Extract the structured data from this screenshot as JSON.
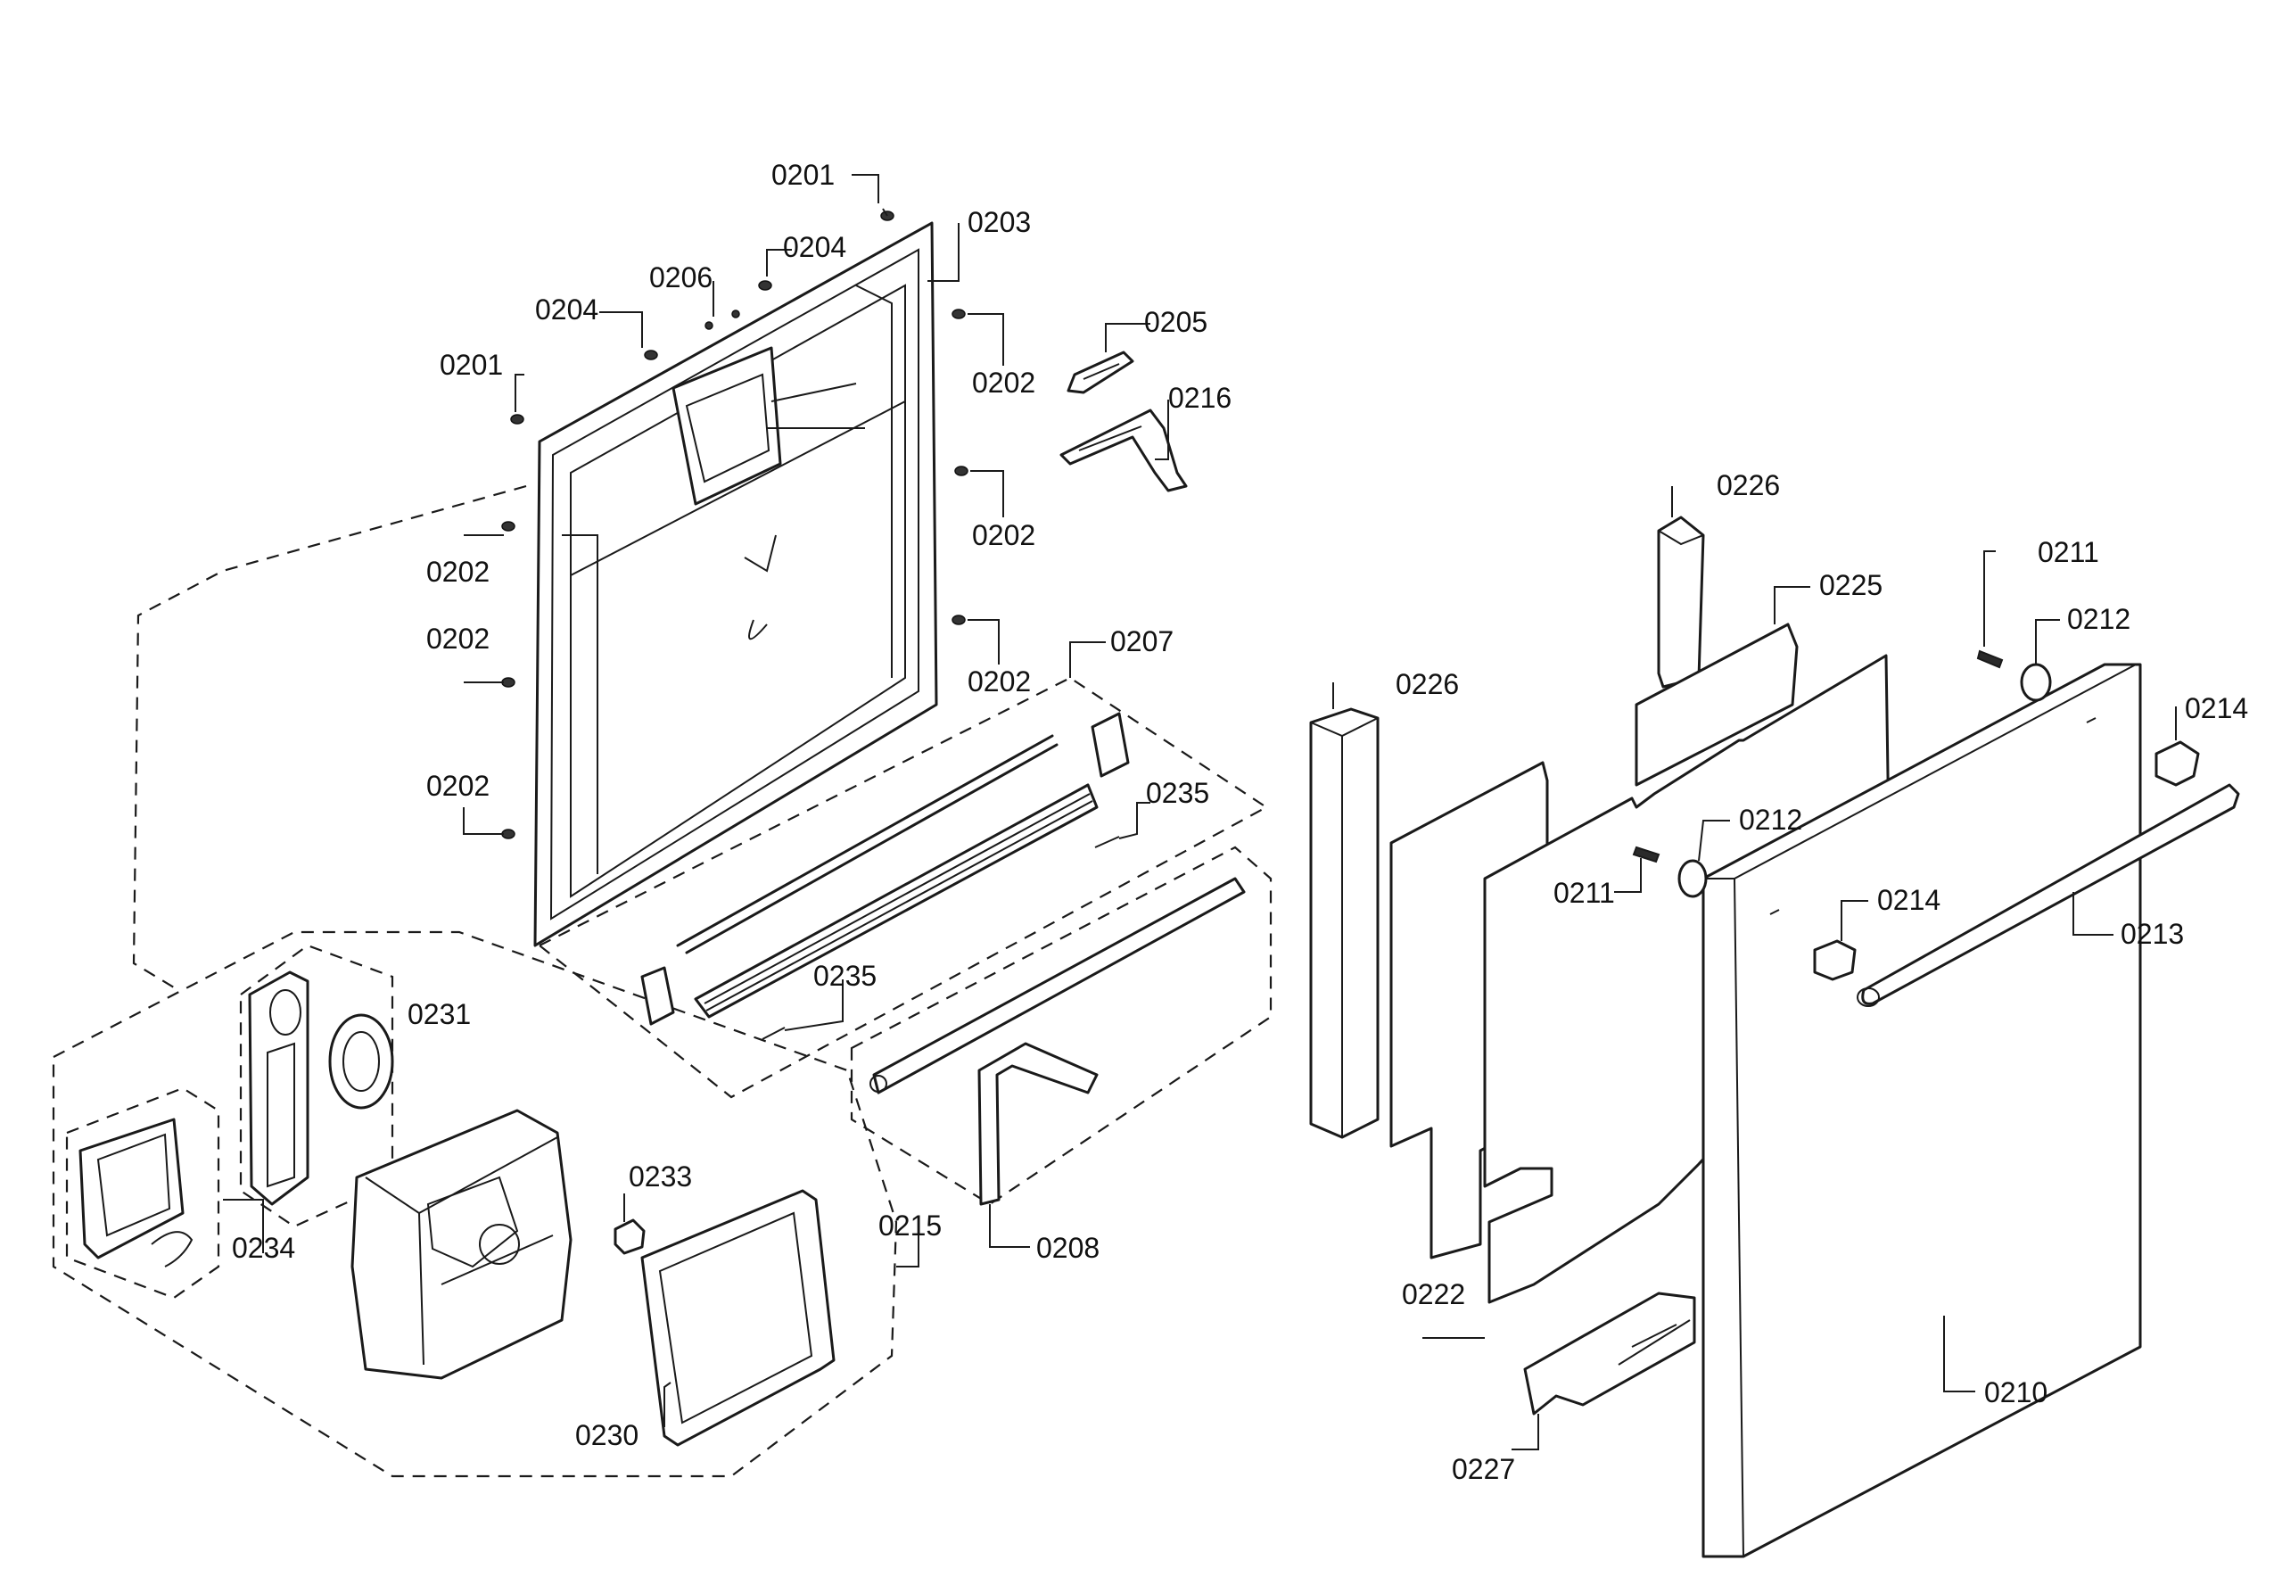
{
  "callouts": {
    "c0201_top": "0201",
    "c0201_left": "0201",
    "c0203": "0203",
    "c0204_top": "0204",
    "c0204_left": "0204",
    "c0206": "0206",
    "c0202_r1": "0202",
    "c0202_r2": "0202",
    "c0202_r3": "0202",
    "c0202_l1": "0202",
    "c0202_l2": "0202",
    "c0202_l3": "0202",
    "c0205": "0205",
    "c0216": "0216",
    "c0207": "0207",
    "c0235_a": "0235",
    "c0235_b": "0235",
    "c0208": "0208",
    "c0231": "0231",
    "c0234": "0234",
    "c0233": "0233",
    "c0215": "0215",
    "c0230": "0230",
    "c0226_a": "0226",
    "c0226_b": "0226",
    "c0225": "0225",
    "c0211_a": "0211",
    "c0211_b": "0211",
    "c0212_a": "0212",
    "c0212_b": "0212",
    "c0214_a": "0214",
    "c0214_b": "0214",
    "c0213": "0213",
    "c0210": "0210",
    "c0222": "0222",
    "c0227": "0227"
  }
}
